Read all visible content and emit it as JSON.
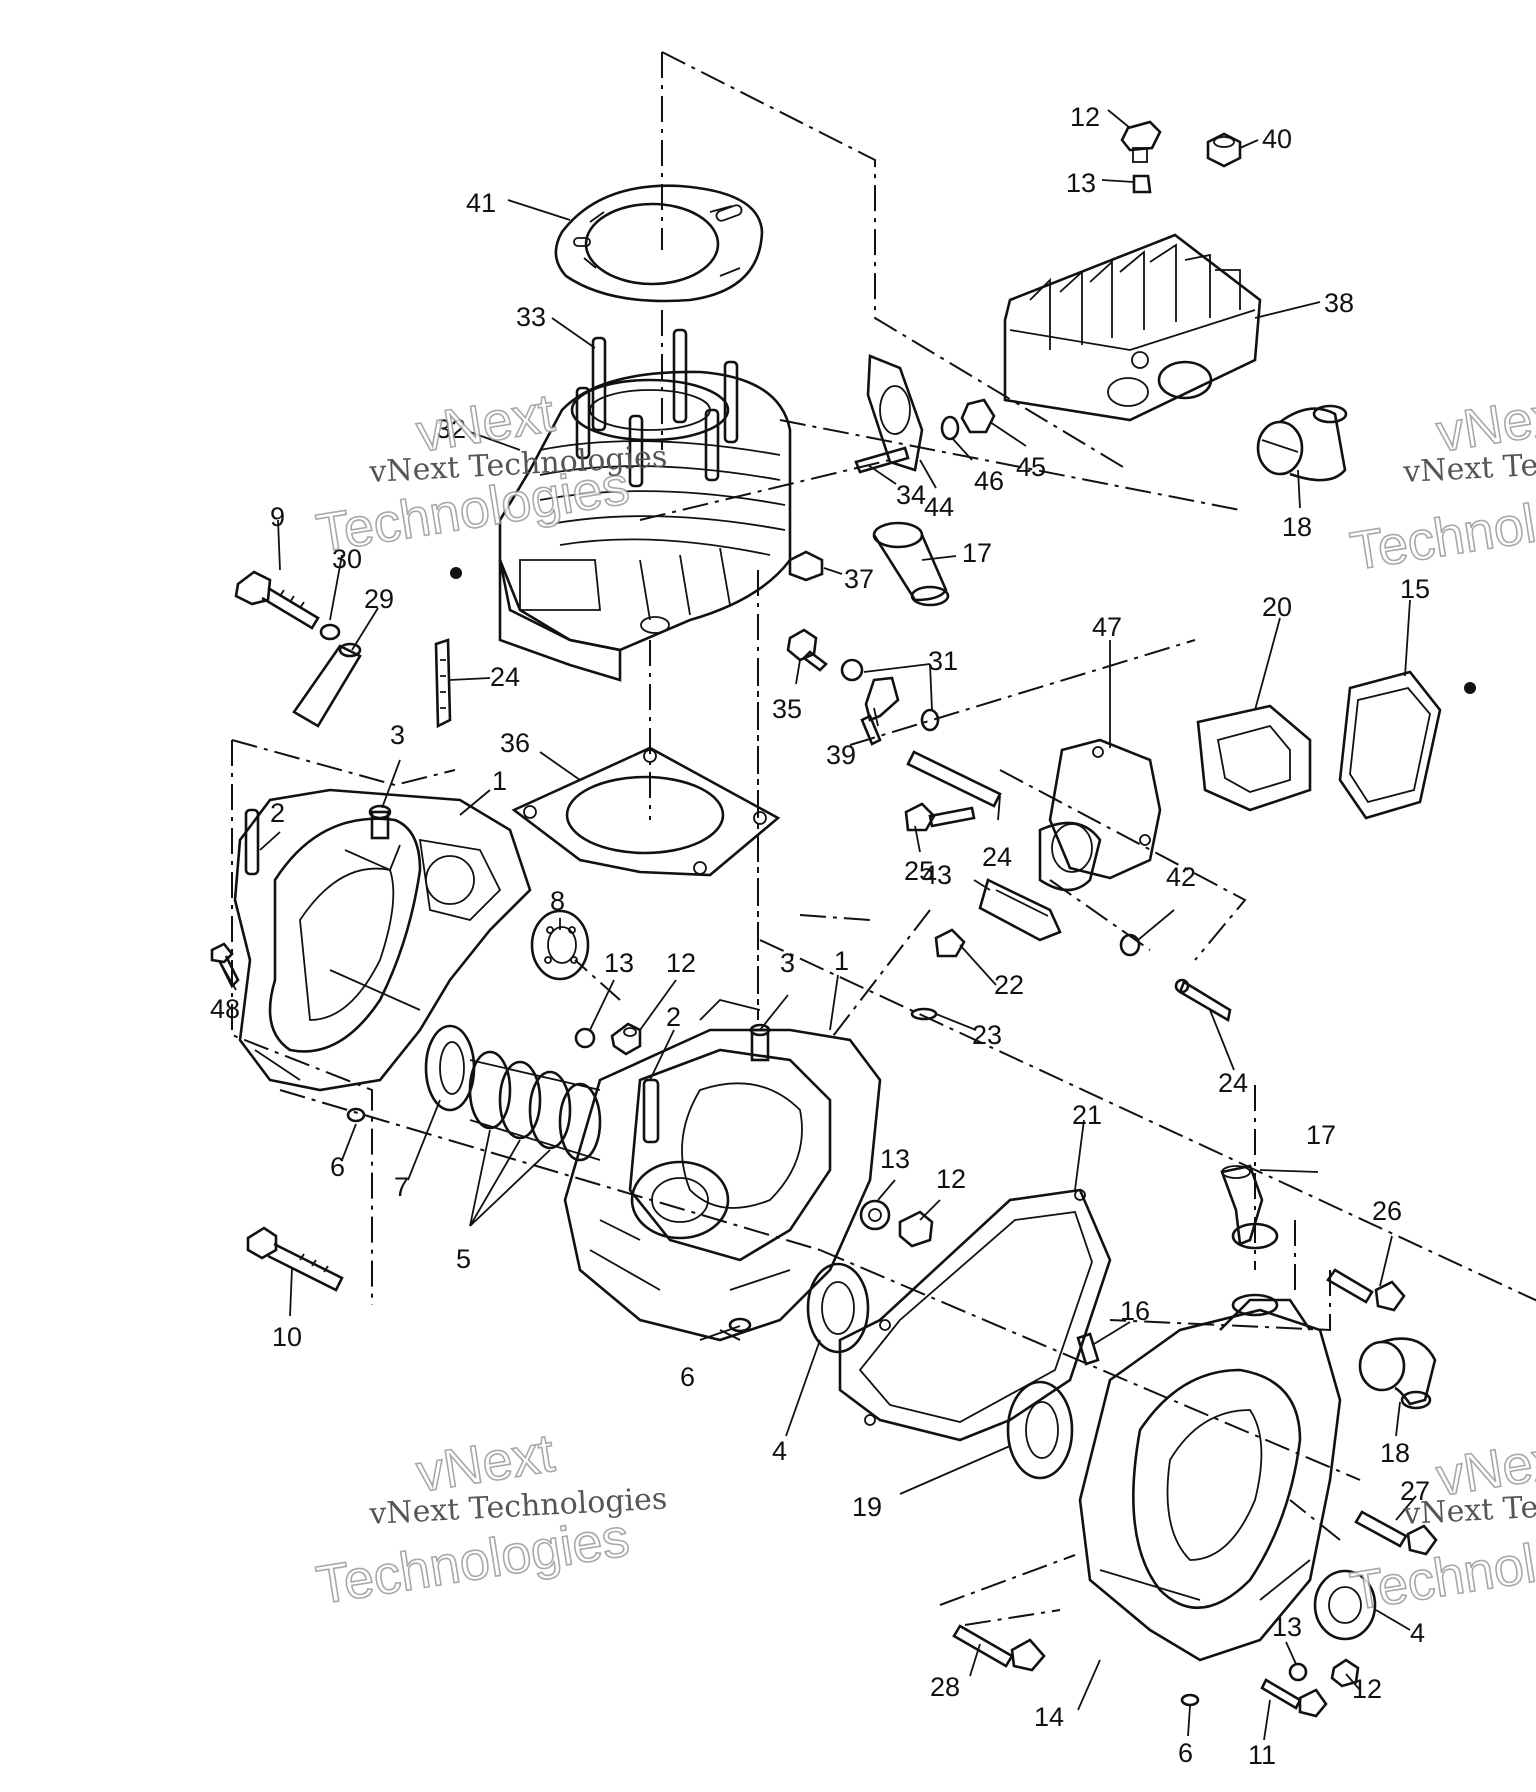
{
  "watermark": {
    "line1": "vNext",
    "line2": "Technologies",
    "small": "vNext Technologies"
  },
  "callouts": [
    {
      "id": "c41",
      "text": "41"
    },
    {
      "id": "c33",
      "text": "33"
    },
    {
      "id": "c32",
      "text": "32"
    },
    {
      "id": "c9",
      "text": "9"
    },
    {
      "id": "c30",
      "text": "30"
    },
    {
      "id": "c29",
      "text": "29"
    },
    {
      "id": "c24a",
      "text": "24"
    },
    {
      "id": "c3a",
      "text": "3"
    },
    {
      "id": "c36",
      "text": "36"
    },
    {
      "id": "c1a",
      "text": "1"
    },
    {
      "id": "c2a",
      "text": "2"
    },
    {
      "id": "c8",
      "text": "8"
    },
    {
      "id": "c13a",
      "text": "13"
    },
    {
      "id": "c12a",
      "text": "12"
    },
    {
      "id": "c48",
      "text": "48"
    },
    {
      "id": "c6a",
      "text": "6"
    },
    {
      "id": "c7",
      "text": "7"
    },
    {
      "id": "c5",
      "text": "5"
    },
    {
      "id": "c10",
      "text": "10"
    },
    {
      "id": "c3b",
      "text": "3"
    },
    {
      "id": "c1b",
      "text": "1"
    },
    {
      "id": "c2b",
      "text": "2"
    },
    {
      "id": "c34",
      "text": "34"
    },
    {
      "id": "c44",
      "text": "44"
    },
    {
      "id": "c46",
      "text": "46"
    },
    {
      "id": "c45",
      "text": "45"
    },
    {
      "id": "c17a",
      "text": "17"
    },
    {
      "id": "c37",
      "text": "37"
    },
    {
      "id": "c35",
      "text": "35"
    },
    {
      "id": "c31",
      "text": "31"
    },
    {
      "id": "c39",
      "text": "39"
    },
    {
      "id": "c12b",
      "text": "12"
    },
    {
      "id": "c13b",
      "text": "13"
    },
    {
      "id": "c40",
      "text": "40"
    },
    {
      "id": "c38",
      "text": "38"
    },
    {
      "id": "c18a",
      "text": "18"
    },
    {
      "id": "c47",
      "text": "47"
    },
    {
      "id": "c20",
      "text": "20"
    },
    {
      "id": "c15",
      "text": "15"
    },
    {
      "id": "c25",
      "text": "25"
    },
    {
      "id": "c24b",
      "text": "24"
    },
    {
      "id": "c43",
      "text": "43"
    },
    {
      "id": "c42",
      "text": "42"
    },
    {
      "id": "c22",
      "text": "22"
    },
    {
      "id": "c23",
      "text": "23"
    },
    {
      "id": "c24c",
      "text": "24"
    },
    {
      "id": "c13c",
      "text": "13"
    },
    {
      "id": "c12c",
      "text": "12"
    },
    {
      "id": "c6b",
      "text": "6"
    },
    {
      "id": "c4a",
      "text": "4"
    },
    {
      "id": "c21",
      "text": "21"
    },
    {
      "id": "c17b",
      "text": "17"
    },
    {
      "id": "c26",
      "text": "26"
    },
    {
      "id": "c16",
      "text": "16"
    },
    {
      "id": "c18b",
      "text": "18"
    },
    {
      "id": "c19",
      "text": "19"
    },
    {
      "id": "c27",
      "text": "27"
    },
    {
      "id": "c4b",
      "text": "4"
    },
    {
      "id": "c13d",
      "text": "13"
    },
    {
      "id": "c12d",
      "text": "12"
    },
    {
      "id": "c28",
      "text": "28"
    },
    {
      "id": "c14",
      "text": "14"
    },
    {
      "id": "c6c",
      "text": "6"
    },
    {
      "id": "c11",
      "text": "11"
    }
  ]
}
